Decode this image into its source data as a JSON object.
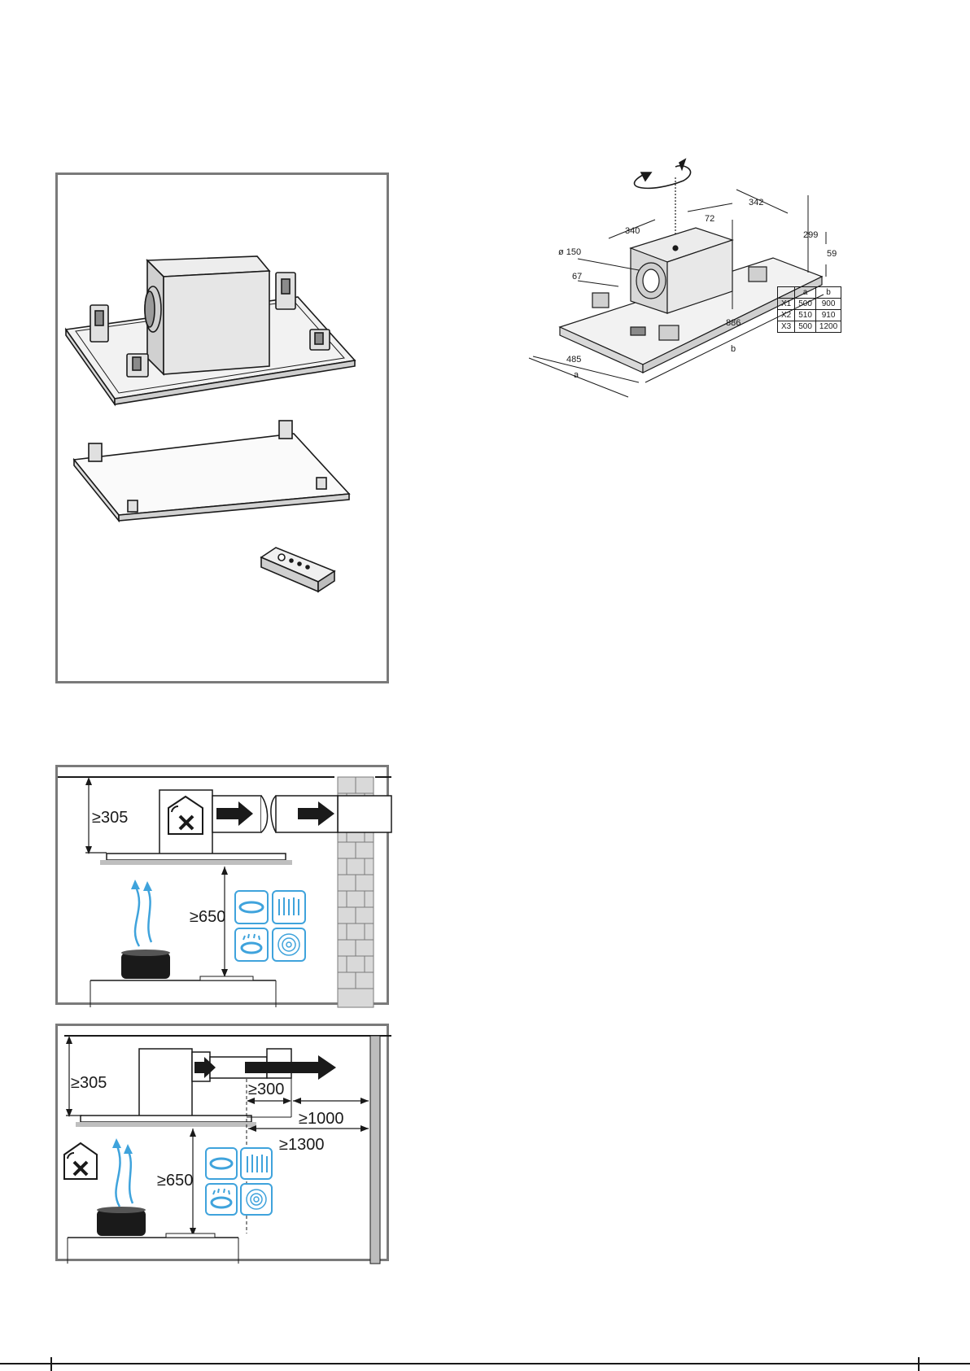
{
  "dimensions": {
    "d342": "342",
    "d72": "72",
    "d340": "340",
    "d299": "299",
    "d59": "59",
    "d150": "ø 150",
    "d67": "67",
    "d886": "886",
    "d485": "485",
    "a": "a",
    "b": "b"
  },
  "table": {
    "headers": [
      "",
      "a",
      "b"
    ],
    "rows": [
      {
        "id": "X1",
        "a": "500",
        "b": "900"
      },
      {
        "id": "X2",
        "a": "510",
        "b": "910"
      },
      {
        "id": "X3",
        "a": "500",
        "b": "1200"
      }
    ]
  },
  "install1": {
    "top_clearance": "≥305",
    "cooktop_clearance": "≥650"
  },
  "install2": {
    "top_clearance": "≥305",
    "cooktop_clearance": "≥650",
    "pipe": "≥300",
    "wall1": "≥1000",
    "wall2": "≥1300"
  },
  "colors": {
    "accent_blue": "#3fa3dc",
    "frame_gray": "#7a7a7a",
    "brick_gray": "#d9d9d9"
  },
  "icons": [
    "electric-hob-icon",
    "radiant-hob-icon",
    "gas-burner-icon",
    "induction-icon",
    "no-ventilation-house-icon"
  ]
}
